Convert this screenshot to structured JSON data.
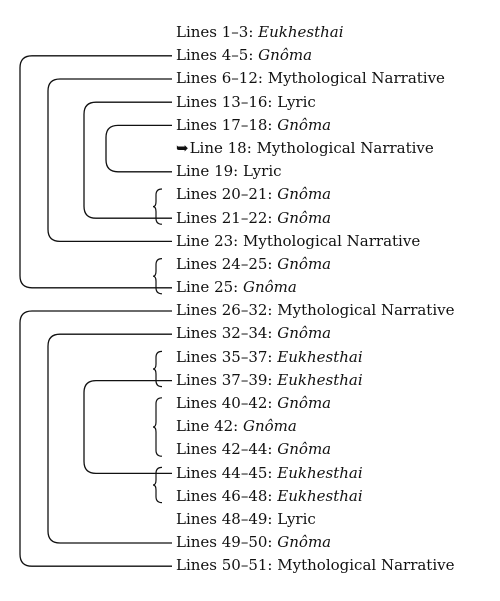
{
  "rows": [
    {
      "range": "Lines 1–3: ",
      "label": "Eukhesthai",
      "italic": true
    },
    {
      "range": "Lines 4–5: ",
      "label": "Gnômа",
      "italic": true
    },
    {
      "range": "Lines 6–12: ",
      "label": "Mythological Narrative",
      "italic": false
    },
    {
      "range": "Lines 13–16: ",
      "label": "Lyric",
      "italic": false
    },
    {
      "range": "Lines 17–18: ",
      "label": "Gnômа",
      "italic": true
    },
    {
      "prefix": "➥",
      "range": "Line 18: ",
      "label": "Mythological Narrative",
      "italic": false
    },
    {
      "range": "Line 19: ",
      "label": "Lyric",
      "italic": false
    },
    {
      "range": "Lines 20–21: ",
      "label": "Gnômа",
      "italic": true
    },
    {
      "range": "Lines 21–22: ",
      "label": "Gnômа",
      "italic": true
    },
    {
      "range": "Line 23: ",
      "label": "Mythological Narrative",
      "italic": false
    },
    {
      "range": "Lines 24–25: ",
      "label": "Gnômа",
      "italic": true
    },
    {
      "range": "Line 25: ",
      "label": "Gnômа",
      "italic": true
    },
    {
      "range": "Lines 26–32: ",
      "label": "Mythological Narrative",
      "italic": false
    },
    {
      "range": "Lines 32–34: ",
      "label": "Gnômа",
      "italic": true
    },
    {
      "range": "Lines 35–37: ",
      "label": "Eukhesthai",
      "italic": true
    },
    {
      "range": "Lines 37–39: ",
      "label": "Eukhesthai",
      "italic": true
    },
    {
      "range": "Lines 40–42: ",
      "label": "Gnômа",
      "italic": true
    },
    {
      "range": "Line 42: ",
      "label": "Gnômа",
      "italic": true
    },
    {
      "range": "Lines 42–44: ",
      "label": "Gnômа",
      "italic": true
    },
    {
      "range": "Lines 44–45: ",
      "label": "Eukhesthai",
      "italic": true
    },
    {
      "range": "Lines 46–48: ",
      "label": "Eukhesthai",
      "italic": true
    },
    {
      "range": "Lines 48–49: ",
      "label": "Lyric",
      "italic": false
    },
    {
      "range": "Lines 49–50: ",
      "label": "Gnômа",
      "italic": true
    },
    {
      "range": "Lines 50–51: ",
      "label": "Mythological Narrative",
      "italic": false
    }
  ],
  "ring_links": [
    {
      "from": 1,
      "to": 11
    },
    {
      "from": 2,
      "to": 9
    },
    {
      "from": 3,
      "to": 8
    },
    {
      "from": 4,
      "to": 6
    },
    {
      "from": 12,
      "to": 23
    },
    {
      "from": 13,
      "to": 22
    },
    {
      "from": 15,
      "to": 19
    }
  ],
  "brace_groups": [
    {
      "from": 7,
      "to": 8
    },
    {
      "from": 10,
      "to": 11
    },
    {
      "from": 14,
      "to": 15
    },
    {
      "from": 16,
      "to": 18
    },
    {
      "from": 19,
      "to": 20
    }
  ],
  "line_color": "#111111"
}
